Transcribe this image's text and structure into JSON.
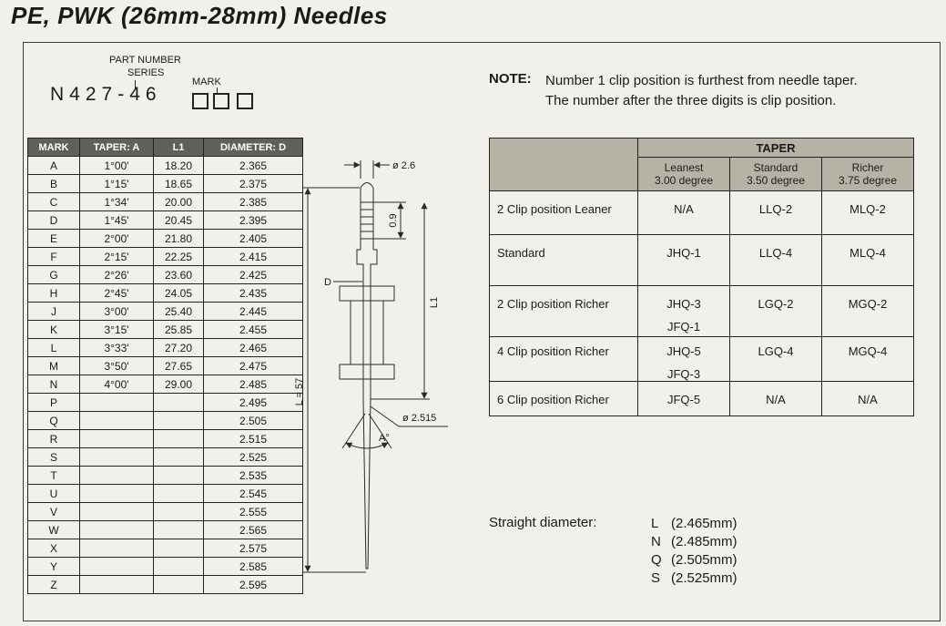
{
  "page": {
    "title": "PE, PWK (26mm-28mm) Needles"
  },
  "part_number": {
    "label_top": "PART NUMBER",
    "label_series": "SERIES",
    "label_mark": "MARK",
    "value": "N427-46"
  },
  "note": {
    "label": "NOTE:",
    "line1": "Number 1 clip position is furthest from needle taper.",
    "line2": "The number after the three digits is clip position."
  },
  "needle_table": {
    "headers": [
      "MARK",
      "TAPER: A",
      "L1",
      "DIAMETER: D"
    ],
    "rows": [
      [
        "A",
        "1°00'",
        "18.20",
        "2.365"
      ],
      [
        "B",
        "1°15'",
        "18.65",
        "2.375"
      ],
      [
        "C",
        "1°34'",
        "20.00",
        "2.385"
      ],
      [
        "D",
        "1°45'",
        "20.45",
        "2.395"
      ],
      [
        "E",
        "2°00'",
        "21.80",
        "2.405"
      ],
      [
        "F",
        "2°15'",
        "22.25",
        "2.415"
      ],
      [
        "G",
        "2°26'",
        "23.60",
        "2.425"
      ],
      [
        "H",
        "2°45'",
        "24.05",
        "2.435"
      ],
      [
        "J",
        "3°00'",
        "25.40",
        "2.445"
      ],
      [
        "K",
        "3°15'",
        "25.85",
        "2.455"
      ],
      [
        "L",
        "3°33'",
        "27.20",
        "2.465"
      ],
      [
        "M",
        "3°50'",
        "27.65",
        "2.475"
      ],
      [
        "N",
        "4°00'",
        "29.00",
        "2.485"
      ],
      [
        "P",
        "",
        "",
        "2.495"
      ],
      [
        "Q",
        "",
        "",
        "2.505"
      ],
      [
        "R",
        "",
        "",
        "2.515"
      ],
      [
        "S",
        "",
        "",
        "2.525"
      ],
      [
        "T",
        "",
        "",
        "2.535"
      ],
      [
        "U",
        "",
        "",
        "2.545"
      ],
      [
        "V",
        "",
        "",
        "2.555"
      ],
      [
        "W",
        "",
        "",
        "2.565"
      ],
      [
        "X",
        "",
        "",
        "2.575"
      ],
      [
        "Y",
        "",
        "",
        "2.585"
      ],
      [
        "Z",
        "",
        "",
        "2.595"
      ]
    ]
  },
  "diagram": {
    "labels": {
      "top_diameter": "ø 2.6",
      "groove_pitch": "0.9",
      "shaft_diameter": "D",
      "l1": "L1",
      "overall_length": "L = 57",
      "tip_diameter": "ø 2.515",
      "taper_angle": "A°"
    }
  },
  "taper_table": {
    "group_header": "TAPER",
    "col_headers": [
      {
        "line1": "Leanest",
        "line2": "3.00 degree"
      },
      {
        "line1": "Standard",
        "line2": "3.50 degree"
      },
      {
        "line1": "Richer",
        "line2": "3.75 degree"
      }
    ],
    "rows": [
      {
        "label": "2 Clip position Leaner",
        "v1a": "N/A",
        "v1b": "",
        "v2": "LLQ-2",
        "v3": "MLQ-2"
      },
      {
        "label": "Standard",
        "v1a": "JHQ-1",
        "v1b": "",
        "v2": "LLQ-4",
        "v3": "MLQ-4"
      },
      {
        "label": "2 Clip position Richer",
        "v1a": "JHQ-3",
        "v1b": "JFQ-1",
        "v2": "LGQ-2",
        "v3": "MGQ-2"
      },
      {
        "label": "4 Clip position Richer",
        "v1a": "JHQ-5",
        "v1b": "JFQ-3",
        "v2": "LGQ-4",
        "v3": "MGQ-4"
      },
      {
        "label": "6 Clip position Richer",
        "v1a": "JFQ-5",
        "v1b": "",
        "v2": "N/A",
        "v3": "N/A"
      }
    ]
  },
  "straight_diameter": {
    "label": "Straight diameter:",
    "items": [
      {
        "mark": "L",
        "value": "(2.465mm)"
      },
      {
        "mark": "N",
        "value": "(2.485mm)"
      },
      {
        "mark": "Q",
        "value": "(2.505mm)"
      },
      {
        "mark": "S",
        "value": "(2.525mm)"
      }
    ]
  }
}
